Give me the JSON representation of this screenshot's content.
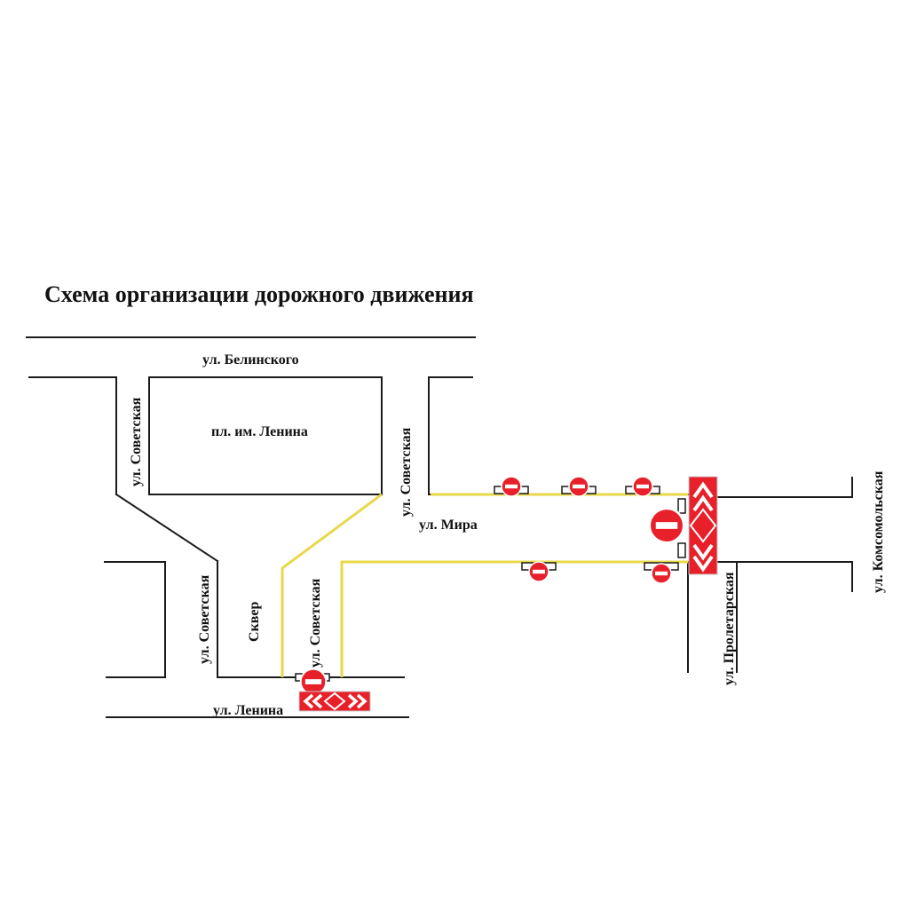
{
  "title": "Схема организации дорожного движения",
  "labels": {
    "belinskogo": "ул. Белинского",
    "ploshchad_lenina": "пл. им. Ленина",
    "sovetskaya_left_top": "ул. Советская",
    "sovetskaya_right_top": "ул. Советская",
    "sovetskaya_left_bottom": "ул. Советская",
    "sovetskaya_right_bottom": "ул. Советская",
    "skver": "Сквер",
    "mira": "ул. Мира",
    "lenina": "ул. Ленина",
    "proletarskaya": "ул. Пролетарская",
    "komsomolskaya": "ул. Комсомольская"
  },
  "colors": {
    "sign_red": "#e8202a",
    "route": "#e8d84a",
    "road": "#1a1a1a"
  },
  "icons": {
    "no_entry": "no-entry-sign-icon",
    "chevron": "detour-chevron-sign-icon"
  }
}
